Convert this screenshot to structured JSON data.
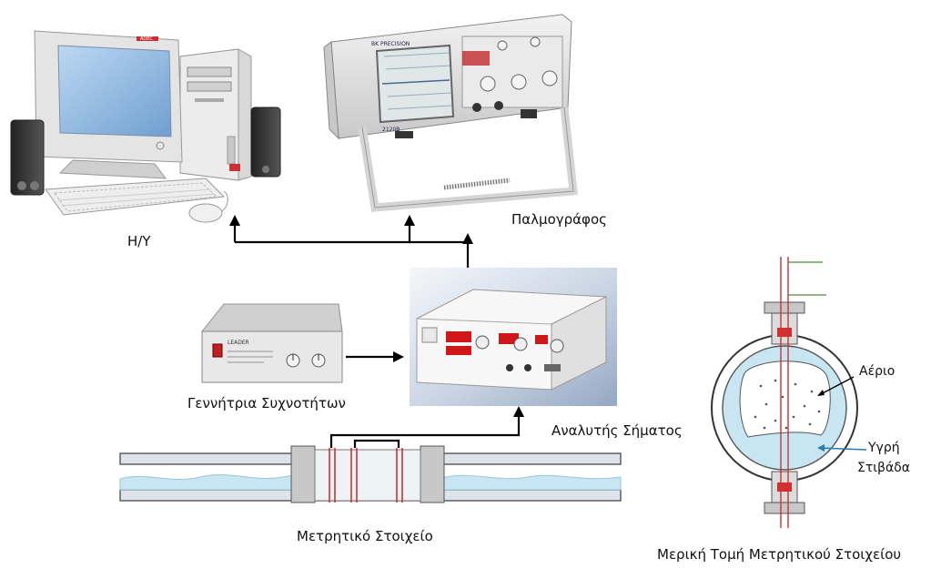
{
  "labels": {
    "computer": "Η/Υ",
    "oscilloscope": "Παλμογράφος",
    "generator": "Γεννήτρια Συχνοτήτων",
    "analyzer": "Αναλυτής Σήματος",
    "sensor": "Μετρητικό Στοιχείο",
    "cross_section": "Μερική Τομή Μετρητικού Στοιχείου",
    "gas": "Αέριο",
    "liquid_line1": "Υγρή",
    "liquid_line2": "Στιβάδα"
  },
  "devices": {
    "monitor_badge": "ADEC",
    "oscilloscope_brand": "BK PRECISION",
    "oscilloscope_model": "2120B",
    "generator_brand": "LEADER"
  },
  "colors": {
    "wire": "#000000",
    "electrode": "#d03030",
    "liquid": "#c8e6f2",
    "pipe_outline": "#555555",
    "device_body": "#e6e6e6",
    "analyzer_bg": "#b9c7d9",
    "display_red": "#d01818",
    "guide_green": "#4a8c3a"
  }
}
